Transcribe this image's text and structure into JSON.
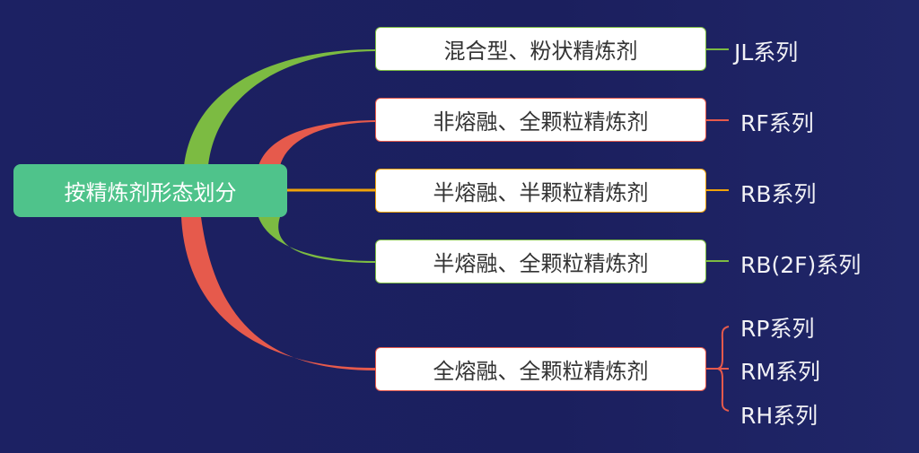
{
  "root": {
    "label": "按精炼剂形态划分",
    "color": "#4fc38b"
  },
  "branches": [
    {
      "label": "混合型、粉状精炼剂",
      "color": "#7cbb42",
      "series": [
        "JL系列"
      ]
    },
    {
      "label": "非熔融、全颗粒精炼剂",
      "color": "#e65a4c",
      "series": [
        "RF系列"
      ]
    },
    {
      "label": "半熔融、半颗粒精炼剂",
      "color": "#f0a30a",
      "series": [
        "RB系列"
      ]
    },
    {
      "label": "半熔融、全颗粒精炼剂",
      "color": "#7cbb42",
      "series": [
        "RB(2F)系列"
      ]
    },
    {
      "label": "全熔融、全颗粒精炼剂",
      "color": "#e65a4c",
      "series": [
        "RP系列",
        "RM系列",
        "RH系列"
      ]
    }
  ]
}
